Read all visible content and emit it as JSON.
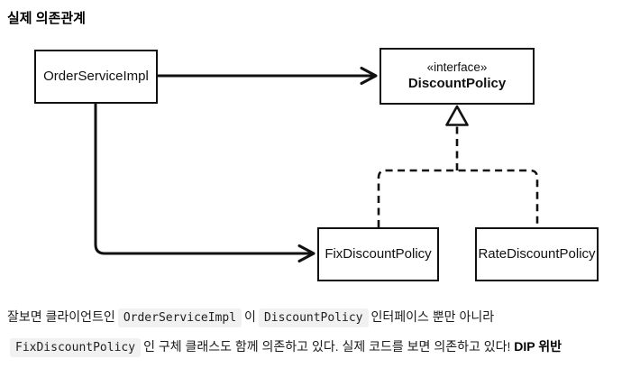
{
  "page": {
    "title": "실제 의존관계",
    "background": "#ffffff",
    "line_color": "#111111",
    "code_bg_color": "#f1f1f2"
  },
  "diagram": {
    "type": "uml-class-diagram",
    "nodes": {
      "order_service": {
        "label": "OrderServiceImpl"
      },
      "discount_policy": {
        "stereotype": "«interface»",
        "label": "DiscountPolicy"
      },
      "fix_discount": {
        "label": "FixDiscountPolicy"
      },
      "rate_discount": {
        "label": "RateDiscountPolicy"
      }
    },
    "edges": [
      {
        "from": "OrderServiceImpl",
        "to": "DiscountPolicy",
        "type": "solid-dependency-arrow"
      },
      {
        "from": "OrderServiceImpl",
        "to": "FixDiscountPolicy",
        "type": "solid-dependency-arrow"
      },
      {
        "from": "FixDiscountPolicy",
        "to": "DiscountPolicy",
        "type": "dashed-realization-triangle"
      },
      {
        "from": "RateDiscountPolicy",
        "to": "DiscountPolicy",
        "type": "dashed-realization-triangle"
      }
    ]
  },
  "caption": {
    "line1": [
      {
        "text": "잘보면 클라이언트인"
      },
      {
        "code": "OrderServiceImpl"
      },
      {
        "text": "이"
      },
      {
        "code": "DiscountPolicy"
      },
      {
        "text": "인터페이스 뿐만 아니라"
      }
    ],
    "line2": [
      {
        "code": "FixDiscountPolicy"
      },
      {
        "text": "인 구체 클래스도 함께 의존하고 있다. 실제 코드를 보면 의존하고 있다! "
      },
      {
        "text_bold": "DIP 위반"
      }
    ]
  }
}
